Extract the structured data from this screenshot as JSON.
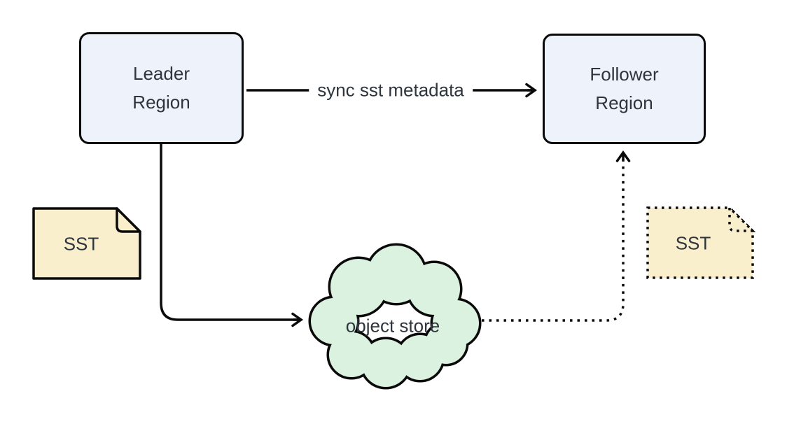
{
  "diagram": {
    "nodes": {
      "leader_region": {
        "lines": [
          "Leader",
          "Region"
        ]
      },
      "follower_region": {
        "lines": [
          "Follower",
          "Region"
        ]
      },
      "sst_source": {
        "label": "SST"
      },
      "sst_replica": {
        "label": "SST"
      },
      "object_store": {
        "label": "object store"
      }
    },
    "edges": {
      "sync_metadata": {
        "from": "leader_region",
        "to": "follower_region",
        "label": "sync sst metadata",
        "style": "solid"
      },
      "upload": {
        "from": "leader_region",
        "to": "object_store",
        "style": "solid"
      },
      "download": {
        "from": "object_store",
        "to": "follower_region",
        "style": "dotted"
      }
    },
    "colors": {
      "background": "#ffffff",
      "node_fill": "#edf2fb",
      "sst_fill": "#faefcd",
      "cloud_fill": "#dcf2e0",
      "stroke": "#0a0a0a",
      "text": "#2f353d"
    }
  }
}
